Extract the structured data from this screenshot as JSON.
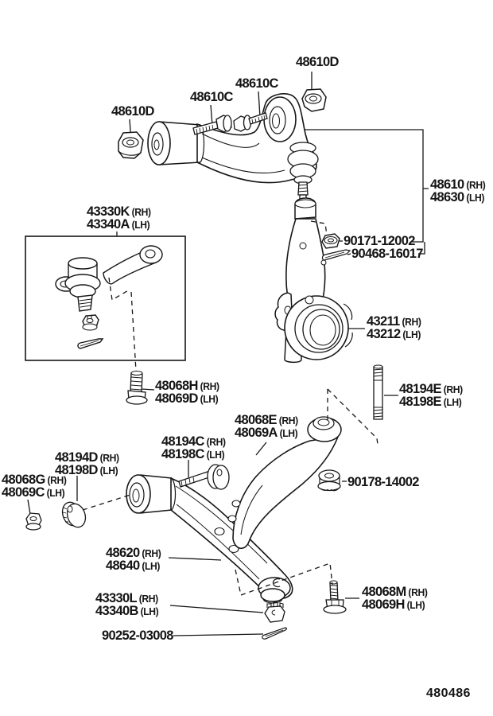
{
  "figure_number": "480486",
  "colors": {
    "line": "#161616",
    "background": "#ffffff"
  },
  "labels": {
    "upper_arm_nut_rear": {
      "line1": "48610D"
    },
    "upper_arm_bolt_rear": {
      "line1": "48610C"
    },
    "upper_arm_bolt_front": {
      "line1": "48610C"
    },
    "upper_arm_nut_front": {
      "line1": "48610D"
    },
    "upper_control_arm": {
      "line1": "48610",
      "tag1": "(RH)",
      "line2": "48630",
      "tag2": "(LH)"
    },
    "knuckle_nut": {
      "line1": "90171-12002"
    },
    "knuckle_cotter_pin": {
      "line1": "90468-16017"
    },
    "upper_ball_joint": {
      "line1": "43330K",
      "tag1": "(RH)",
      "line2": "43340A",
      "tag2": "(LH)"
    },
    "steering_knuckle": {
      "line1": "43211",
      "tag1": "(RH)",
      "line2": "43212",
      "tag2": "(LH)"
    },
    "upper_ball_joint_bolt": {
      "line1": "48068H",
      "tag1": "(RH)",
      "line2": "48069D",
      "tag2": "(LH)"
    },
    "strut_rod_stud": {
      "line1": "48194E",
      "tag1": "(RH)",
      "line2": "48198E",
      "tag2": "(LH)"
    },
    "strut_rod": {
      "line1": "48068E",
      "tag1": "(RH)",
      "line2": "48069A",
      "tag2": "(LH)"
    },
    "camber_bolt": {
      "line1": "48194C",
      "tag1": "(RH)",
      "line2": "48198C",
      "tag2": "(LH)"
    },
    "camber_washer": {
      "line1": "48194D",
      "tag1": "(RH)",
      "line2": "48198D",
      "tag2": "(LH)"
    },
    "camber_nut": {
      "line1": "48068G",
      "tag1": "(RH)",
      "line2": "48069C",
      "tag2": "(LH)"
    },
    "strut_rod_nut": {
      "line1": "90178-14002"
    },
    "lower_control_arm": {
      "line1": "48620",
      "tag1": "(RH)",
      "line2": "48640",
      "tag2": "(LH)"
    },
    "lower_ball_joint": {
      "line1": "43330L",
      "tag1": "(RH)",
      "line2": "43340B",
      "tag2": "(LH)"
    },
    "lower_arm_bolt": {
      "line1": "48068M",
      "tag1": "(RH)",
      "line2": "48069H",
      "tag2": "(LH)"
    },
    "lower_cotter_pin": {
      "line1": "90252-03008"
    }
  }
}
